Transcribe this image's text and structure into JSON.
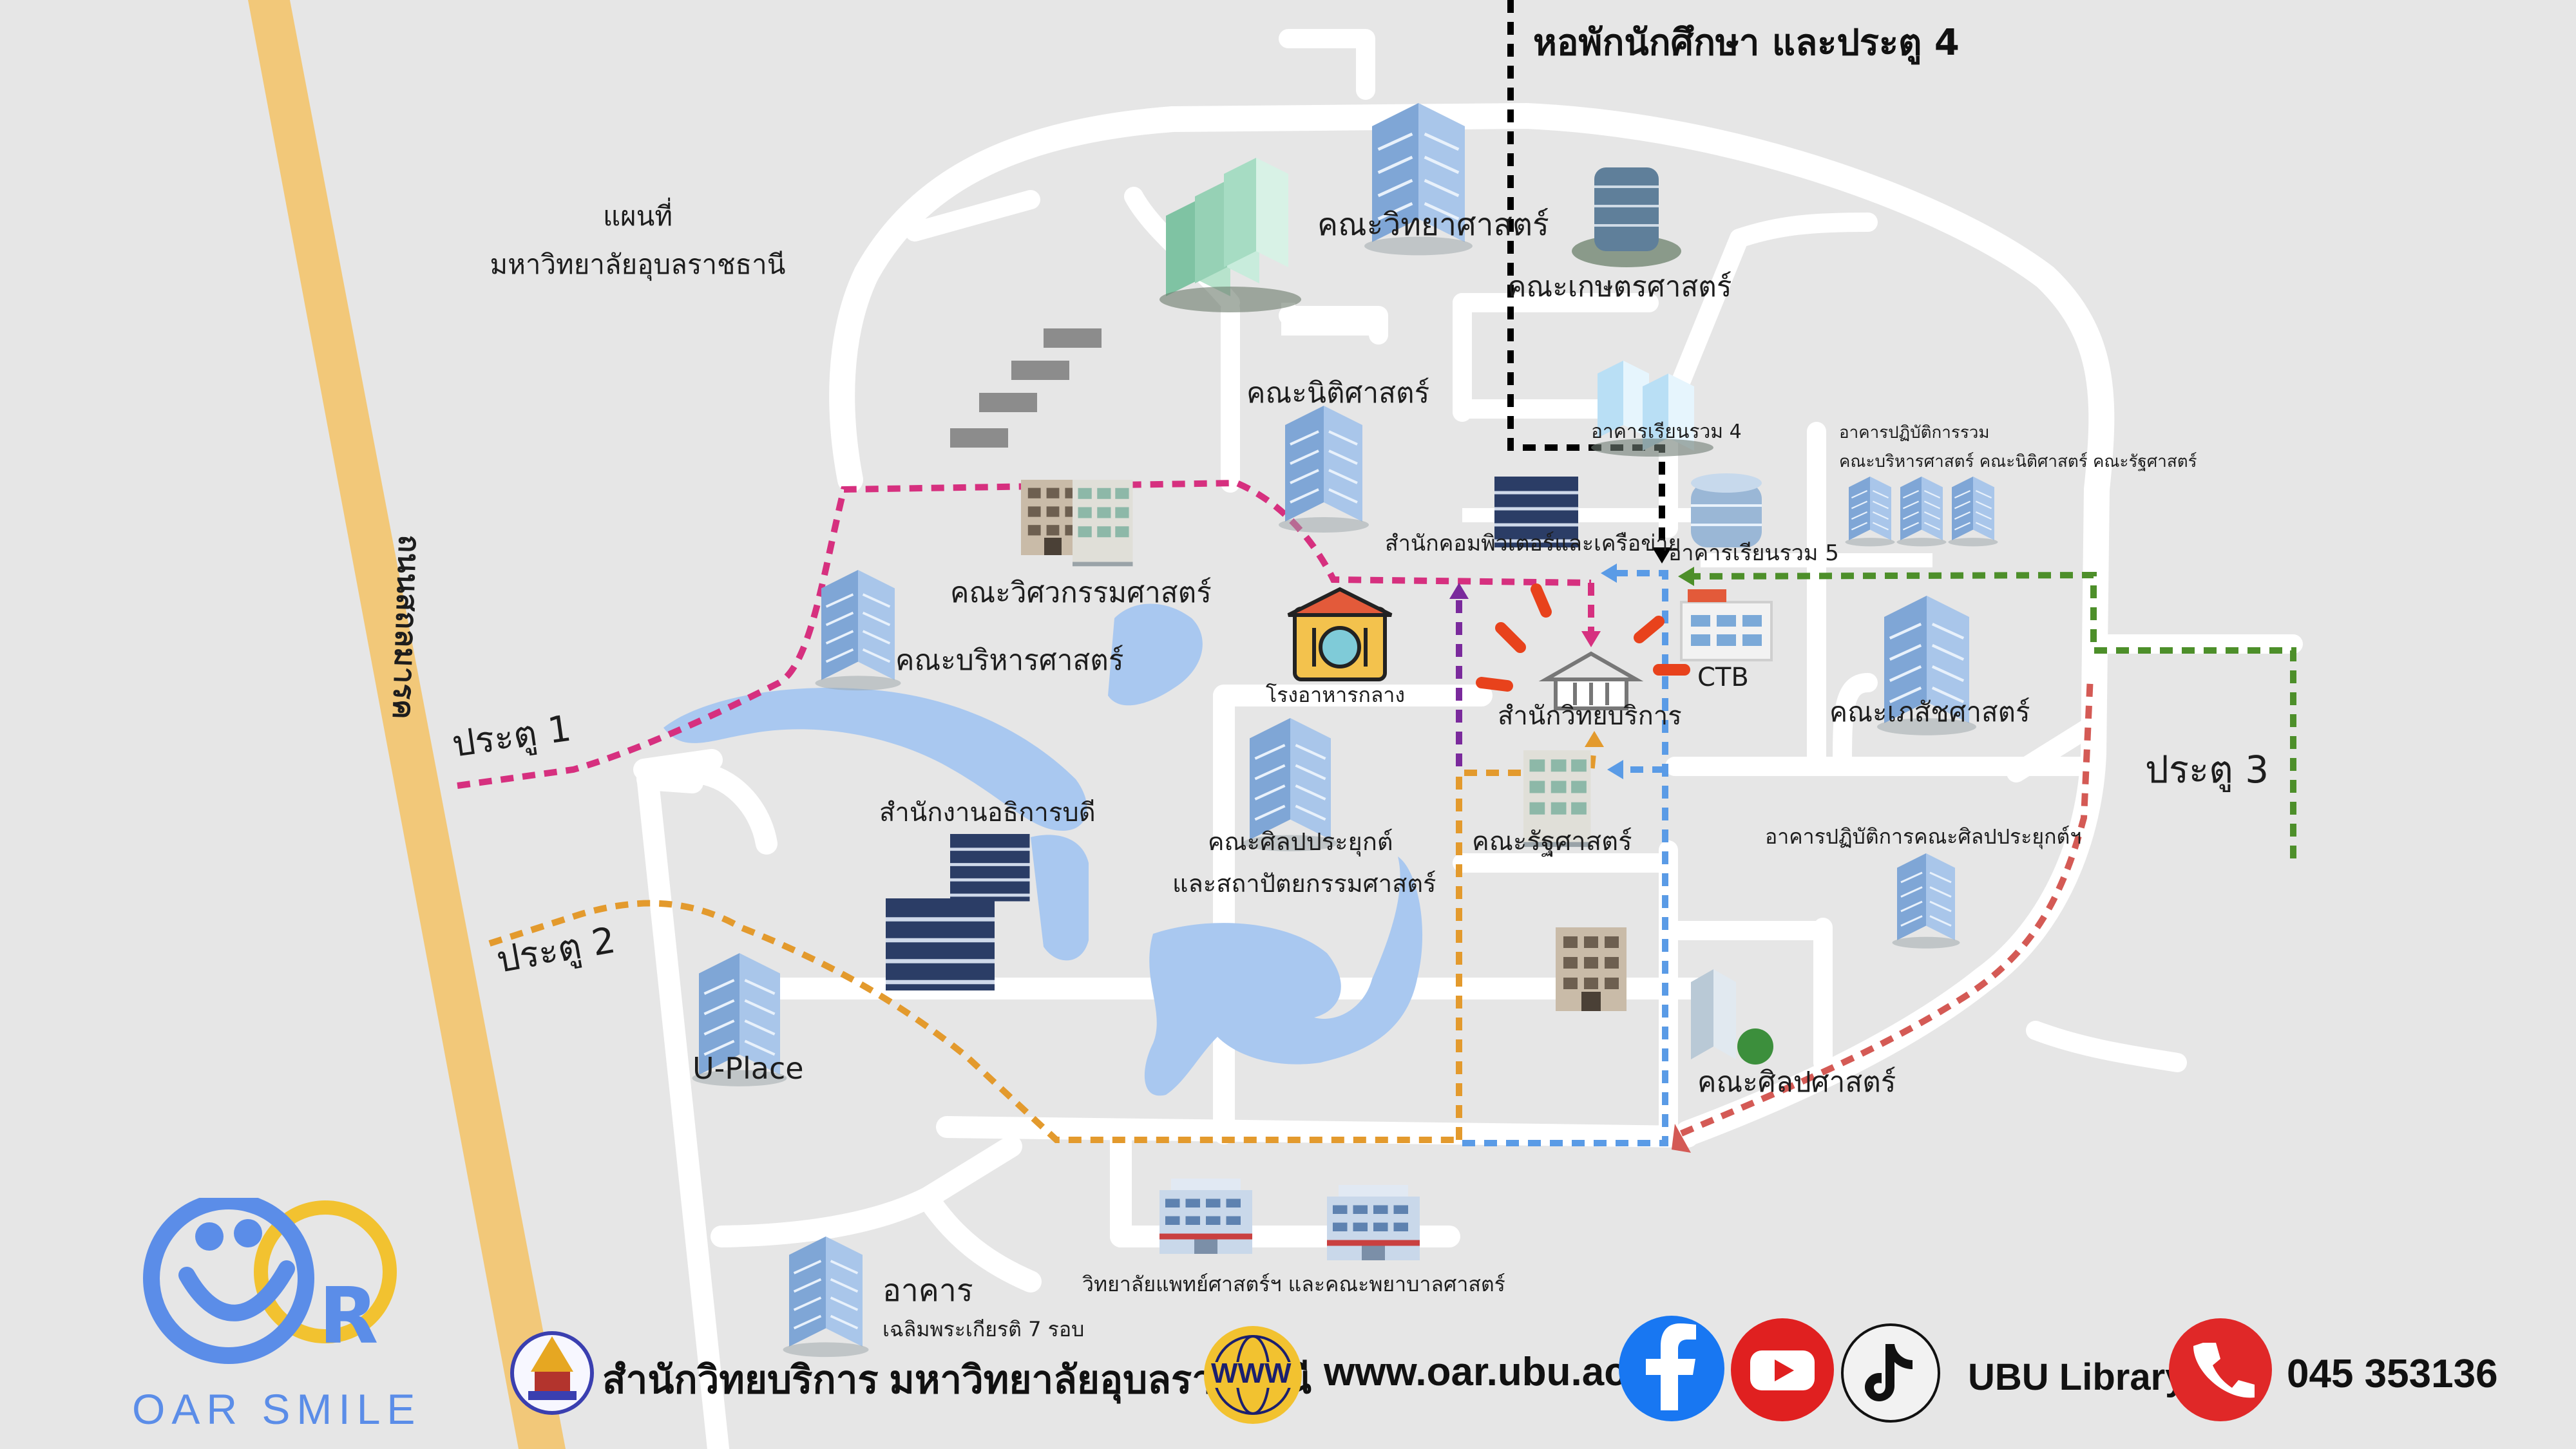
{
  "map": {
    "title_line1": "แผนที่",
    "title_line2": "มหาวิทยาลัยอุบลราชธานี",
    "highway_label": "ถนนสถลมารค",
    "north_label": "หอพักนักศึกษา และประตู 4",
    "gates": {
      "gate1": "ประตู 1",
      "gate2": "ประตู 2",
      "gate3": "ประตู 3"
    },
    "buildings": {
      "science": "คณะวิทยาศาสตร์",
      "agriculture": "คณะเกษตรศาสตร์",
      "law": "คณะนิติศาสตร์",
      "lecture4": "อาคารเรียนรวม 4",
      "practice_bldg_line1": "อาคารปฏิบัติการรวม",
      "practice_bldg_line2": "คณะบริหารศาสตร์ คณะนิติศาสตร์ คณะรัฐศาสตร์",
      "computer_center": "สำนักคอมพิวเตอร์และเครือข่าย",
      "lecture5": "อาคารเรียนรวม 5",
      "engineering": "คณะวิศวกรรมศาสตร์",
      "management": "คณะบริหารศาสตร์",
      "canteen": "โรงอาหารกลาง",
      "library": "สำนักวิทยบริการ",
      "ctb": "CTB",
      "pharmacy": "คณะเภสัชศาสตร์",
      "president_office": "สำนักงานอธิการบดี",
      "applied_arts_line1": "คณะศิลปประยุกต์",
      "applied_arts_line2": "และสถาปัตยกรรมศาสตร์",
      "political_science": "คณะรัฐศาสตร์",
      "applied_arts_practice": "อาคารปฏิบัติการคณะศิลปประยุกต์ฯ",
      "uplace": "U-Place",
      "liberal_arts": "คณะศิลปศาสตร์",
      "medicine": "วิทยาลัยแพทย์ศาสตร์ฯ และคณะพยาบาลศาสตร์",
      "chalerm_line1": "อาคาร",
      "chalerm_line2": "เฉลิมพระเกียรติ 7 รอบ"
    }
  },
  "footer": {
    "logo_text": "OAR SMILE",
    "org_name": "สำนักวิทยบริการ  มหาวิทยาลัยอุบลราชธานี",
    "www_badge": "WWW",
    "website": "www.oar.ubu.ac.th",
    "social_name": "UBU Library",
    "phone": "045 353136"
  },
  "colors": {
    "background": "#e6e6e6",
    "road": "#ffffff",
    "highway": "#f2c879",
    "water": "#a9c8f0",
    "route_pink": "#d6307f",
    "route_orange": "#e39a2d",
    "route_purple": "#7a2a9c",
    "route_blue": "#5a9be6",
    "route_green": "#4d8f2a",
    "route_red": "#d45a55",
    "route_black": "#000000",
    "facebook": "#1877f2",
    "youtube": "#e02020",
    "phone_badge": "#e02828",
    "logo_blue": "#5b8de8",
    "logo_gold": "#f2c230"
  },
  "icons": [
    "building-icon",
    "restaurant-icon",
    "library-icon",
    "facebook-icon",
    "youtube-icon",
    "tiktok-icon",
    "phone-icon",
    "www-icon",
    "university-seal-icon",
    "oar-logo-icon"
  ]
}
